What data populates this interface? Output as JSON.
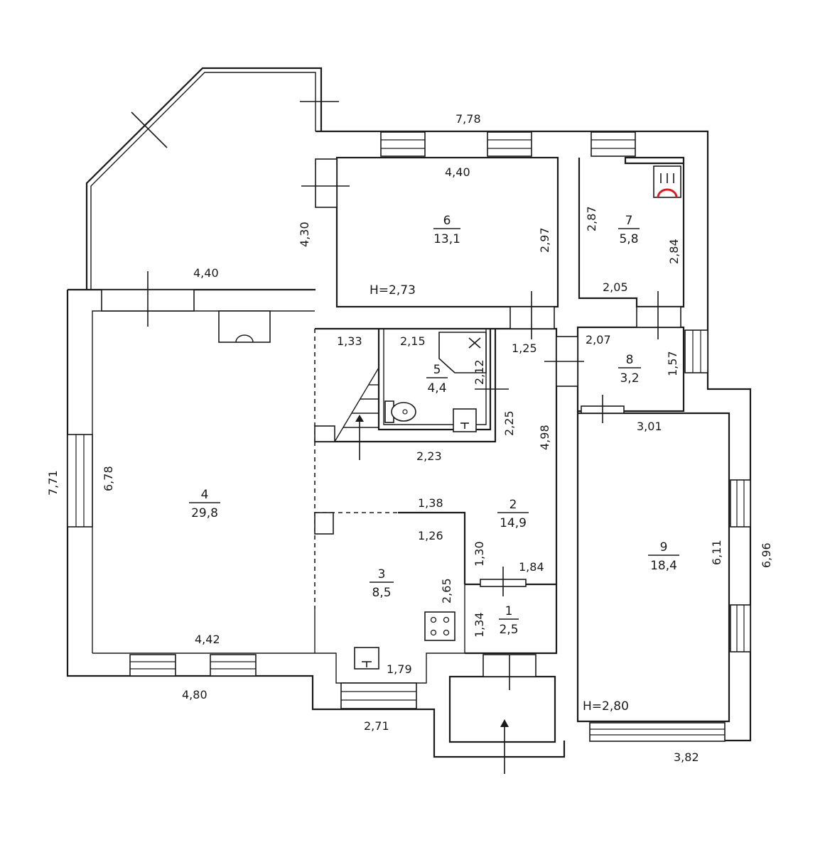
{
  "rooms": [
    {
      "number": "1",
      "area": "2,5"
    },
    {
      "number": "2",
      "area": "14,9"
    },
    {
      "number": "3",
      "area": "8,5"
    },
    {
      "number": "4",
      "area": "29,8"
    },
    {
      "number": "5",
      "area": "4,4"
    },
    {
      "number": "6",
      "area": "13,1"
    },
    {
      "number": "7",
      "area": "5,8"
    },
    {
      "number": "8",
      "area": "3,2"
    },
    {
      "number": "9",
      "area": "18,4"
    }
  ],
  "heights": {
    "room6": "H=2,73",
    "room9": "H=2,80"
  },
  "dimensions": {
    "top_total": "7,78",
    "r6_top": "4,40",
    "r6_right": "2,97",
    "veranda_side": "4,30",
    "veranda_bottom": "4,40",
    "r7_left": "2,87",
    "r7_right": "2,84",
    "r7_bottom": "2,05",
    "hall_top": "1,33",
    "r5_top": "2,15",
    "r5_inner": "2,12",
    "r5_right": "2,25",
    "r5_bottom": "2,23",
    "door_1_25": "1,25",
    "r8_top": "2,07",
    "r8_right": "1,57",
    "r9_top": "3,01",
    "r9_right": "6,11",
    "outer_right": "6,96",
    "outer_left": "7,71",
    "r4_left": "6,78",
    "r4_bottom": "4,42",
    "outer_bottom_left": "4,80",
    "r2_right": "4,98",
    "r3_top": "1,38",
    "r3_a": "1,26",
    "r3_b": "1,30",
    "r3_right": "2,65",
    "r1_top": "1,84",
    "r1_left": "1,34",
    "r3_bottom": "1,79",
    "bay_bottom": "2,71",
    "r9_bottom": "3,82"
  }
}
